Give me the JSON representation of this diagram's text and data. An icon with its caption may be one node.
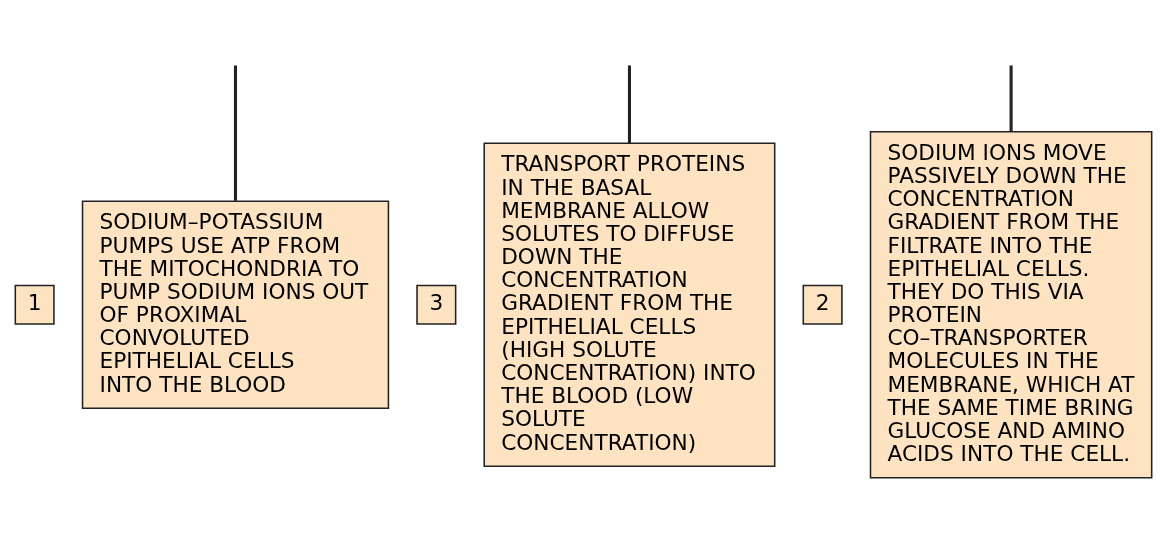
{
  "diagram": {
    "nodes": [
      {
        "text": [
          "1"
        ]
      },
      {
        "text": [
          "SODIUM–POTASSIUM PUMPS USE ATP FROM THE MITOCHONDRIA TO PUMP SODIUM IONS OUT OF PROXIMAL CONVOLUTED EPITHELIAL CELLS INTO THE BLOOD"
        ]
      },
      {
        "text": [
          "3"
        ]
      },
      {
        "text": [
          "TRANSPORT PROTEINS IN THE BASAL MEMBRANE ALLOW SOLUTES TO DIFFUSE DOWN THE CONCENTRATION GRADIENT FROM THE EPITHELIAL CELLS (HIGH SOLUTE CONCENTRATION) INTO THE BLOOD (LOW SOLUTE CONCENTRATION)"
        ]
      },
      {
        "text": [
          "2"
        ]
      },
      {
        "text": [
          "SODIUM IONS MOVE PASSIVELY DOWN THE CONCENTRATION GRADIENT FROM THE FILTRATE INTO THE EPITHELIAL CELLS. THEY DO THIS VIA PROTEIN CO–TRANSPORTER MOLECULES IN THE MEMBRANE, WHICH AT THE SAME TIME BRING GLUCOSE AND AMINO ACIDS INTO THE CELL."
        ]
      }
    ],
    "edges": [
      {
        "from": null,
        "to": 1,
        "arrow": "none"
      },
      {
        "from": null,
        "to": 3,
        "arrow": "none"
      },
      {
        "from": null,
        "to": 5,
        "arrow": "none"
      }
    ]
  }
}
